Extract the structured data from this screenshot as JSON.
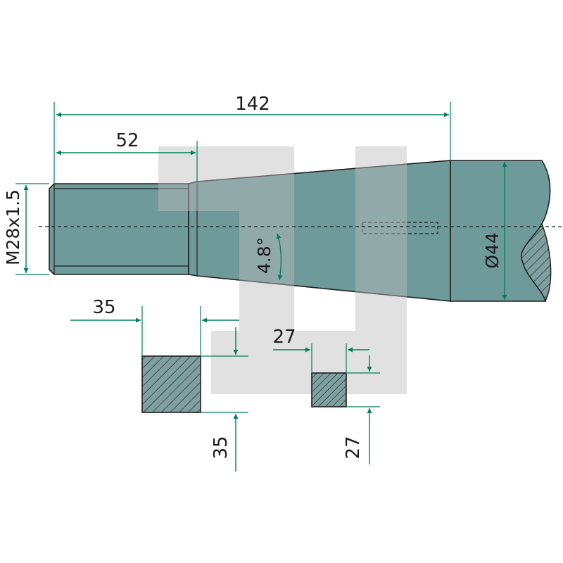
{
  "dimensions": {
    "overall_length": "142",
    "thread_length": "52",
    "thread_spec": "M28x1.5",
    "taper_angle": "4.8°",
    "diameter": "Ø44",
    "section_large_width": "35",
    "section_large_height": "35",
    "section_small_width": "27",
    "section_small_height": "27"
  },
  "colors": {
    "part_fill": "#6f9a9a",
    "part_outline": "#1e1e1e",
    "dimension_line": "#00805a",
    "section_fill": "#7fa0a0",
    "watermark": "#c9c9c9"
  },
  "icons": {
    "watermark": "logo-watermark"
  }
}
